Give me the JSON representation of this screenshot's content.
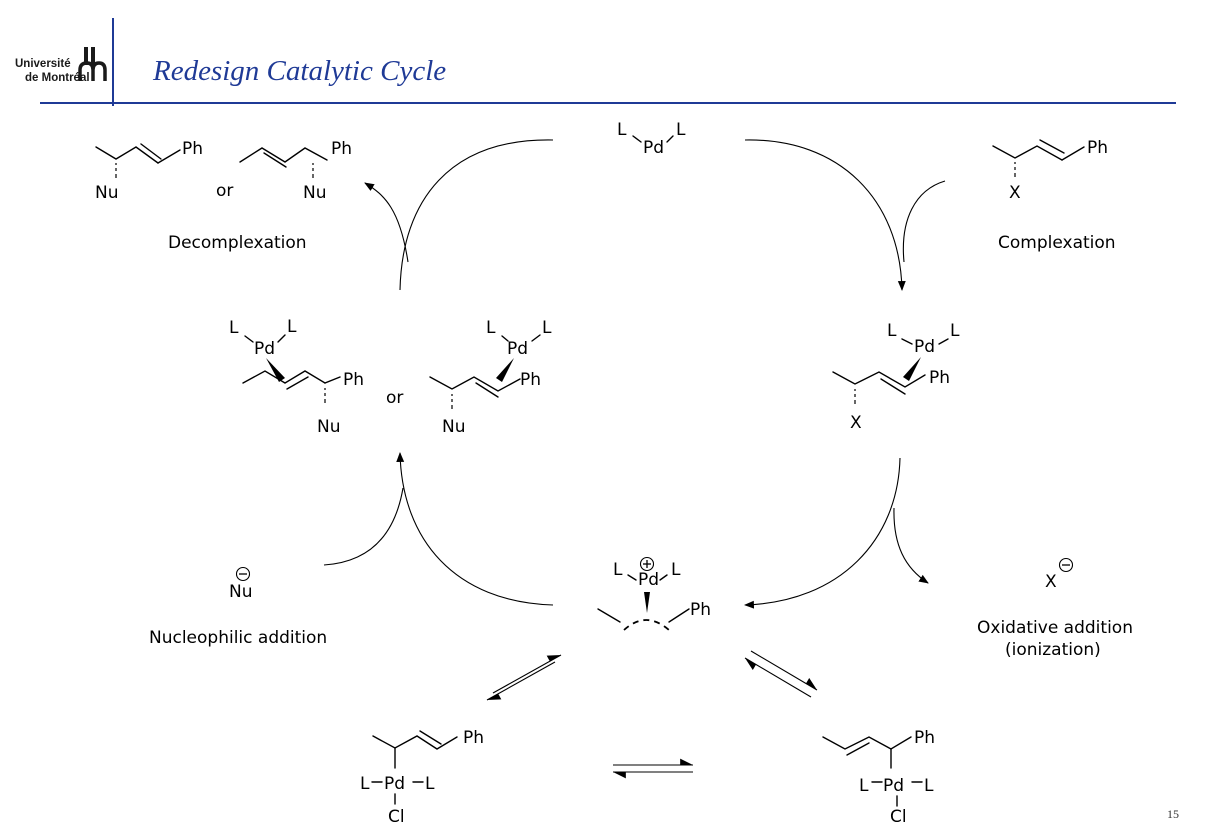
{
  "slide": {
    "title": "Redesign Catalytic Cycle",
    "page_number": "15",
    "logo": {
      "line1": "Université",
      "line2": "de Montréal"
    }
  },
  "colors": {
    "title": "#1f3a96",
    "rule": "#1f3a96",
    "ink": "#000000"
  },
  "atoms": {
    "ph": "Ph",
    "nu": "Nu",
    "x": "X",
    "l": "L",
    "pd": "Pd",
    "cl": "Cl",
    "or": "or",
    "plus": "+",
    "minus": "−"
  },
  "steps": {
    "decomplexation": "Decomplexation",
    "complexation": "Complexation",
    "nucleophilic_addition": "Nucleophilic addition",
    "oxidative_addition_1": "Oxidative addition",
    "oxidative_addition_2": "(ionization)"
  }
}
